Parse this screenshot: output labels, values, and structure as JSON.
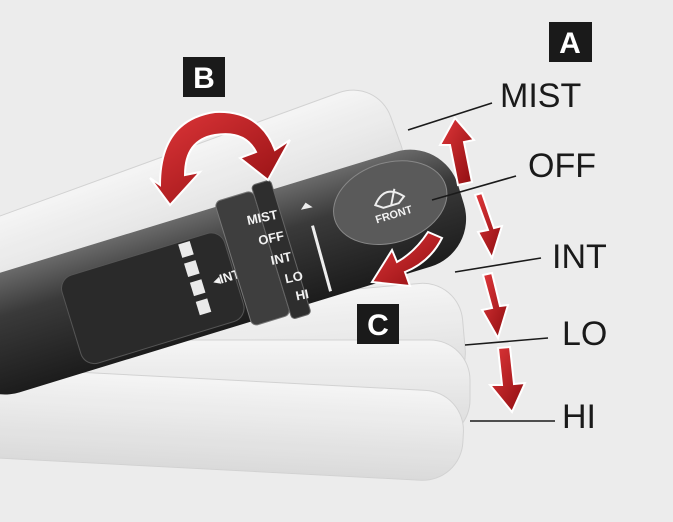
{
  "labels": {
    "a": "A",
    "b": "B",
    "c": "C"
  },
  "positions": [
    "MIST",
    "OFF",
    "INT",
    "LO",
    "HI"
  ],
  "stalk": {
    "ring_label": "INT",
    "dial": [
      "MIST",
      "OFF",
      "INT",
      "LO",
      "HI"
    ],
    "button_label": "FRONT"
  },
  "colors": {
    "arrow": "#c0171b",
    "box": "#1a1a1a",
    "background": "#ececec"
  }
}
